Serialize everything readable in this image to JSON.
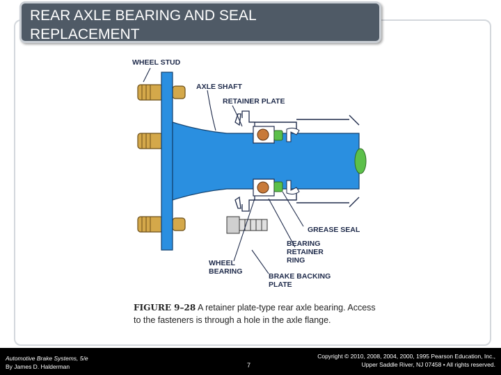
{
  "slide": {
    "title_line1": "REAR AXLE BEARING AND SEAL",
    "title_line2": "REPLACEMENT"
  },
  "figure": {
    "labels": {
      "wheel_stud": "WHEEL STUD",
      "axle_shaft": "AXLE SHAFT",
      "retainer_plate": "RETAINER PLATE",
      "grease_seal": "GREASE SEAL",
      "bearing_retainer_ring_1": "BEARING",
      "bearing_retainer_ring_2": "RETAINER",
      "bearing_retainer_ring_3": "RING",
      "wheel_bearing_1": "WHEEL",
      "wheel_bearing_2": "BEARING",
      "brake_backing_plate_1": "BRAKE BACKING",
      "brake_backing_plate_2": "PLATE"
    },
    "colors": {
      "axle": "#2a8fe0",
      "stud": "#d4a84a",
      "seal": "#5cc04a",
      "bearing": "#c87a3a"
    }
  },
  "caption": {
    "figure_number": "FIGURE 9–28",
    "text": " A retainer plate-type rear axle bearing. Access to the fasteners is through a hole in the axle flange."
  },
  "footer": {
    "book": "Automotive Brake Systems, 5/e",
    "author": "By James D. Halderman",
    "page": "7",
    "copyright_line1": "Copyright © 2010, 2008, 2004, 2000, 1995 Pearson Education, Inc.,",
    "copyright_line2": "Upper Saddle River, NJ 07458 • All rights reserved."
  }
}
